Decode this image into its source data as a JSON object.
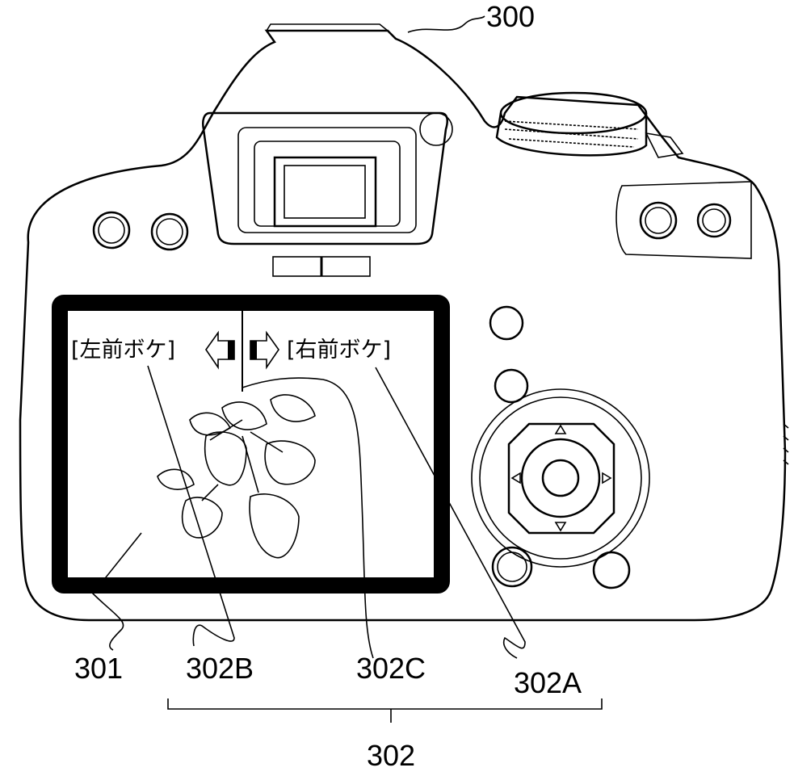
{
  "screen_text": {
    "left": "[左前ボケ]",
    "right": "[右前ボケ]"
  },
  "labels": {
    "camera": "300",
    "display": "301",
    "left_blur": "302B",
    "boundary": "302C",
    "right_blur": "302A",
    "group": "302"
  }
}
